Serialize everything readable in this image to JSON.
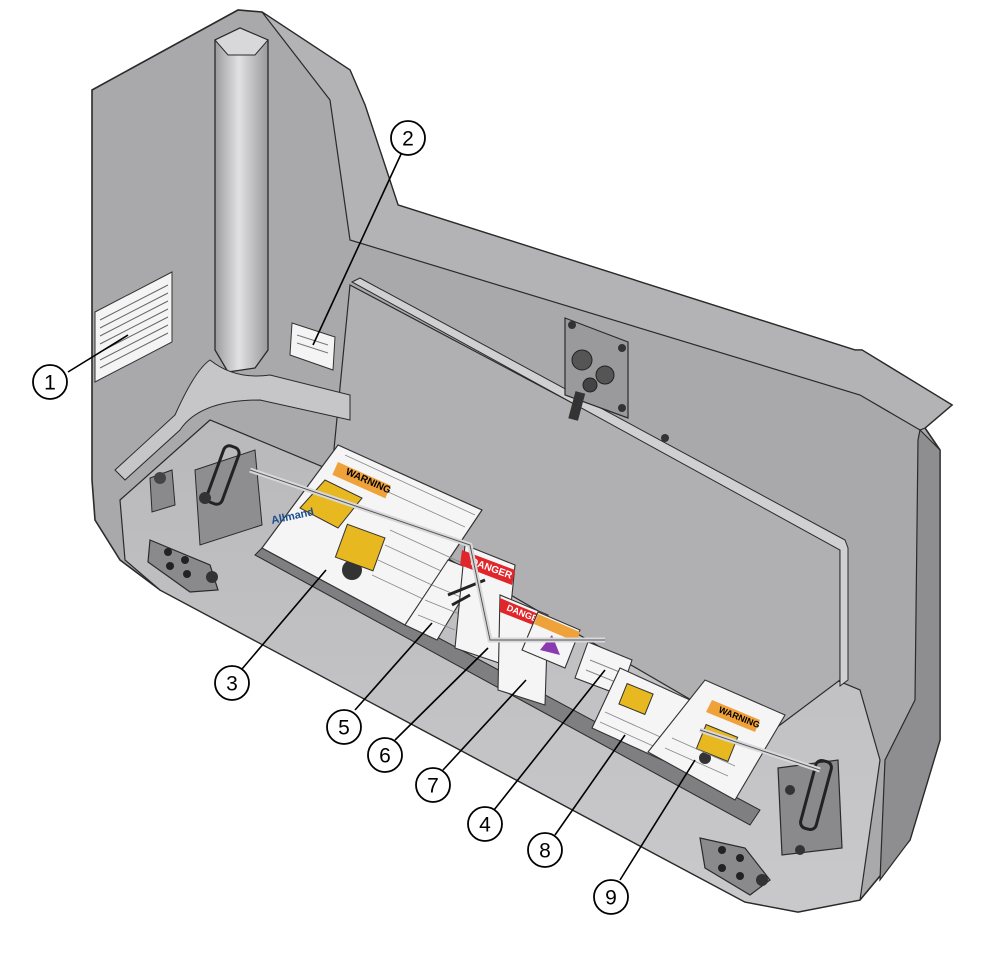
{
  "callouts": [
    {
      "label": "1"
    },
    {
      "label": "2"
    },
    {
      "label": "3"
    },
    {
      "label": "4"
    },
    {
      "label": "5"
    },
    {
      "label": "6"
    },
    {
      "label": "7"
    },
    {
      "label": "8"
    },
    {
      "label": "9"
    }
  ],
  "decals": {
    "warning_label": "WARNING",
    "danger_label": "DANGER",
    "brand_label": "Allmand"
  },
  "colors": {
    "panel": "#a9a9ab",
    "panel_dark": "#8e8e90",
    "panel_light": "#c4c4c6",
    "outline": "#2a2a2a",
    "danger": "#e0262b",
    "warning": "#f0a23a",
    "brand_yellow": "#e8b820"
  }
}
